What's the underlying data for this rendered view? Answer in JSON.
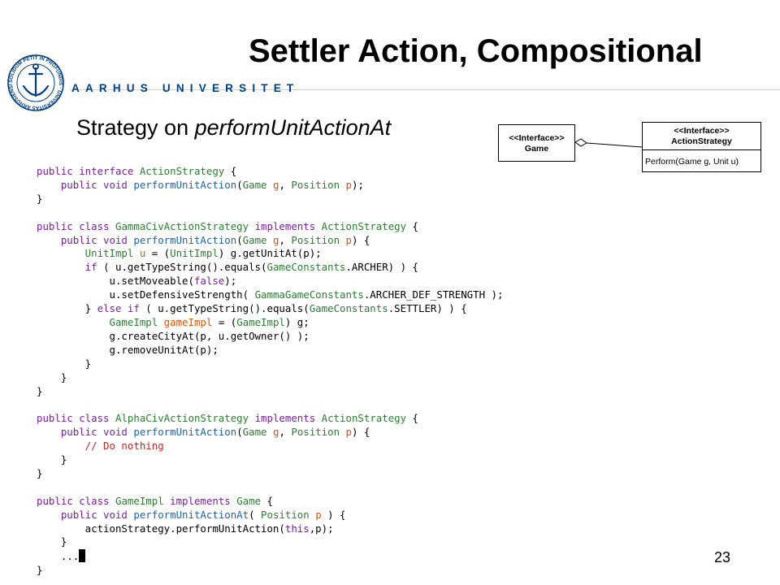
{
  "slide": {
    "title": "Settler Action, Compositional",
    "university": "AARHUS UNIVERSITET",
    "subtitle_plain": "Strategy on ",
    "subtitle_italic": "performUnitActionAt",
    "page_number": "23"
  },
  "logo": {
    "icon": "university-seal-icon",
    "text": "SOLIDUM PETIT IN PROFUNDIS · UNIVERSITAS ARHUSIENSIS",
    "color": "#003d85"
  },
  "uml": {
    "game_stereotype": "<<Interface>>",
    "game_name": "Game",
    "strategy_stereotype": "<<Interface>>",
    "strategy_name": "ActionStrategy",
    "strategy_operation": "Perform(Game g, Unit u)"
  },
  "colors": {
    "keyword": "#7b1fa2",
    "type": "#2e7d32",
    "method": "#1565c0",
    "parameter": "#e65100",
    "comment": "#c62828",
    "brand": "#003d85"
  },
  "code_lines": [
    [
      [
        "kw",
        "public interface "
      ],
      [
        "ty",
        "ActionStrategy"
      ],
      [
        "pl",
        " {"
      ]
    ],
    [
      [
        "kw",
        "    public void "
      ],
      [
        "fn",
        "performUnitAction"
      ],
      [
        "pl",
        "("
      ],
      [
        "ty",
        "Game"
      ],
      [
        "pl",
        " "
      ],
      [
        "pv",
        "g"
      ],
      [
        "pl",
        ", "
      ],
      [
        "ty",
        "Position"
      ],
      [
        "pl",
        " "
      ],
      [
        "pv",
        "p"
      ],
      [
        "pl",
        ");"
      ]
    ],
    [
      [
        "pl",
        "}"
      ]
    ],
    [
      [
        "pl",
        ""
      ]
    ],
    [
      [
        "kw",
        "public class "
      ],
      [
        "ty",
        "GammaCivActionStrategy"
      ],
      [
        "kw",
        " implements "
      ],
      [
        "ty",
        "ActionStrategy"
      ],
      [
        "pl",
        " {"
      ]
    ],
    [
      [
        "kw",
        "    public void "
      ],
      [
        "fn",
        "performUnitAction"
      ],
      [
        "pl",
        "("
      ],
      [
        "ty",
        "Game"
      ],
      [
        "pl",
        " "
      ],
      [
        "pv",
        "g"
      ],
      [
        "pl",
        ", "
      ],
      [
        "ty",
        "Position"
      ],
      [
        "pl",
        " "
      ],
      [
        "pv",
        "p"
      ],
      [
        "pl",
        ") {"
      ]
    ],
    [
      [
        "ty",
        "        UnitImpl"
      ],
      [
        "pl",
        " "
      ],
      [
        "pv",
        "u"
      ],
      [
        "pl",
        " = ("
      ],
      [
        "ty",
        "UnitImpl"
      ],
      [
        "pl",
        ") g.getUnitAt(p);"
      ]
    ],
    [
      [
        "kw",
        "        if"
      ],
      [
        "pl",
        " ( u.getTypeString().equals("
      ],
      [
        "ty",
        "GameConstants"
      ],
      [
        "pl",
        ".ARCHER) ) {"
      ]
    ],
    [
      [
        "pl",
        "            u.setMoveable("
      ],
      [
        "kw",
        "false"
      ],
      [
        "pl",
        ");"
      ]
    ],
    [
      [
        "pl",
        "            u.setDefensiveStrength( "
      ],
      [
        "ty",
        "GammaGameConstants"
      ],
      [
        "pl",
        ".ARCHER_DEF_STRENGTH );"
      ]
    ],
    [
      [
        "pl",
        "        } "
      ],
      [
        "kw",
        "else if"
      ],
      [
        "pl",
        " ( u.getTypeString().equals("
      ],
      [
        "ty",
        "GameConstants"
      ],
      [
        "pl",
        ".SETTLER) ) {"
      ]
    ],
    [
      [
        "ty",
        "            GameImpl"
      ],
      [
        "pl",
        " "
      ],
      [
        "pv",
        "gameImpl"
      ],
      [
        "pl",
        " = ("
      ],
      [
        "ty",
        "GameImpl"
      ],
      [
        "pl",
        ") g;"
      ]
    ],
    [
      [
        "pl",
        "            g.createCityAt(p, u.getOwner() );"
      ]
    ],
    [
      [
        "pl",
        "            g.removeUnitAt(p);"
      ]
    ],
    [
      [
        "pl",
        "        }"
      ]
    ],
    [
      [
        "pl",
        "    }"
      ]
    ],
    [
      [
        "pl",
        "}"
      ]
    ],
    [
      [
        "pl",
        ""
      ]
    ],
    [
      [
        "kw",
        "public class "
      ],
      [
        "ty",
        "AlphaCivActionStrategy"
      ],
      [
        "kw",
        " implements "
      ],
      [
        "ty",
        "ActionStrategy"
      ],
      [
        "pl",
        " {"
      ]
    ],
    [
      [
        "kw",
        "    public void "
      ],
      [
        "fn",
        "performUnitAction"
      ],
      [
        "pl",
        "("
      ],
      [
        "ty",
        "Game"
      ],
      [
        "pl",
        " "
      ],
      [
        "pv",
        "g"
      ],
      [
        "pl",
        ", "
      ],
      [
        "ty",
        "Position"
      ],
      [
        "pl",
        " "
      ],
      [
        "pv",
        "p"
      ],
      [
        "pl",
        ") {"
      ]
    ],
    [
      [
        "cm",
        "        // Do nothing"
      ]
    ],
    [
      [
        "pl",
        "    }"
      ]
    ],
    [
      [
        "pl",
        "}"
      ]
    ],
    [
      [
        "pl",
        ""
      ]
    ],
    [
      [
        "kw",
        "public class "
      ],
      [
        "ty",
        "GameImpl"
      ],
      [
        "kw",
        " implements "
      ],
      [
        "ty",
        "Game"
      ],
      [
        "pl",
        " {"
      ]
    ],
    [
      [
        "kw",
        "    public void "
      ],
      [
        "fn",
        "performUnitActionAt"
      ],
      [
        "pl",
        "( "
      ],
      [
        "ty",
        "Position"
      ],
      [
        "pl",
        " "
      ],
      [
        "pv",
        "p"
      ],
      [
        "pl",
        " ) {"
      ]
    ],
    [
      [
        "pl",
        "        actionStrategy.performUnitAction("
      ],
      [
        "kw",
        "this"
      ],
      [
        "pl",
        ",p);"
      ]
    ],
    [
      [
        "pl",
        "    }"
      ]
    ],
    [
      [
        "pl",
        "    ..."
      ],
      [
        "cursor",
        ""
      ]
    ],
    [
      [
        "pl",
        "}"
      ]
    ]
  ]
}
